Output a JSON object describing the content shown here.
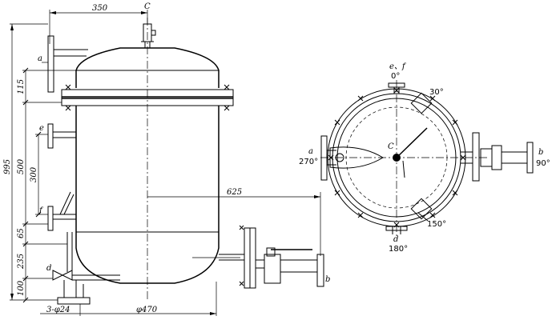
{
  "side_view": {
    "dim_top_width": "350",
    "label_c_top": "C",
    "label_a": "a",
    "label_e": "e",
    "label_f": "f",
    "label_d": "d",
    "label_b": "b",
    "dim_total_height": "995",
    "dim_head": "115",
    "dim_shell": "500",
    "dim_e_f": "300",
    "dim_f_low": "65",
    "dim_lower": "235",
    "dim_bottom": "100",
    "dim_nozzle_offset": "625",
    "dim_legs": "3-φ24",
    "dim_base_diameter": "φ470"
  },
  "top_view": {
    "label_ef": "e、f",
    "angle_ef": "0°",
    "angle_30": "30°",
    "label_c": "C",
    "label_a": "a",
    "angle_a": "270°",
    "label_b": "b",
    "angle_b": "90°",
    "angle_150": "150°",
    "label_d": "d",
    "angle_d": "180°"
  }
}
